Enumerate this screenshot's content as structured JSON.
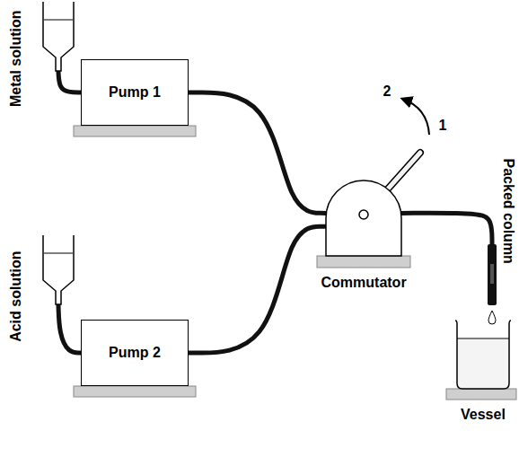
{
  "diagram": {
    "nodes": [
      {
        "text": [
          "Metal solution"
        ]
      },
      {
        "text": [
          "Pump 1"
        ]
      },
      {
        "text": [
          "Acid solution"
        ]
      },
      {
        "text": [
          "Pump 2"
        ]
      },
      {
        "text": [
          "Commutator"
        ]
      },
      {
        "text": [
          "Packed column"
        ]
      },
      {
        "text": [
          "Vessel"
        ]
      }
    ],
    "edges": [
      {
        "from": 0,
        "to": 1,
        "arrow": "none"
      },
      {
        "from": 1,
        "to": 4,
        "arrow": "none"
      },
      {
        "from": 2,
        "to": 3,
        "arrow": "none"
      },
      {
        "from": 3,
        "to": 4,
        "arrow": "none"
      },
      {
        "from": 4,
        "to": 5,
        "arrow": "none"
      }
    ],
    "labels": [
      "1",
      "2"
    ]
  }
}
